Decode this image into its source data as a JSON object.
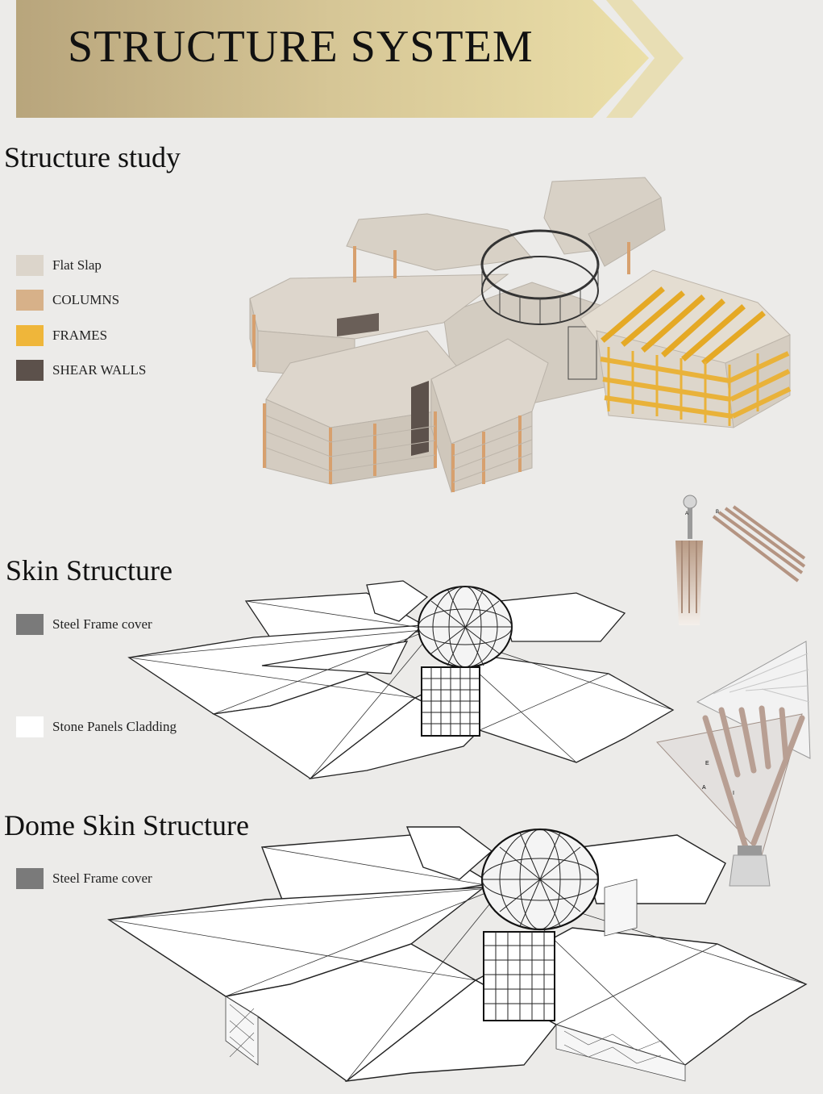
{
  "header": {
    "title": "STRUCTURE SYSTEM"
  },
  "sections": {
    "structure_study": {
      "title": "Structure study",
      "legend": [
        {
          "label": "Flat Slap",
          "color": "#dcd5cb"
        },
        {
          "label": "COLUMNS",
          "color": "#d7b189"
        },
        {
          "label": "FRAMES",
          "color": "#efb63a"
        },
        {
          "label": "SHEAR WALLS",
          "color": "#5c514b"
        }
      ]
    },
    "skin_structure": {
      "title": "Skin Structure",
      "legend": [
        {
          "label": "Steel Frame cover",
          "color": "#7a7a7a"
        },
        {
          "label": "Stone Panels Cladding",
          "color": "#ffffff"
        }
      ]
    },
    "dome_skin_structure": {
      "title": "Dome Skin Structure",
      "legend": [
        {
          "label": "Steel Frame cover",
          "color": "#7a7a7a"
        }
      ]
    }
  },
  "colors": {
    "banner_start": "#b9a57c",
    "banner_end": "#e9dca4",
    "background": "#ecebe9"
  },
  "detail_labels": [
    "A",
    "B",
    "E",
    "A",
    "I"
  ]
}
